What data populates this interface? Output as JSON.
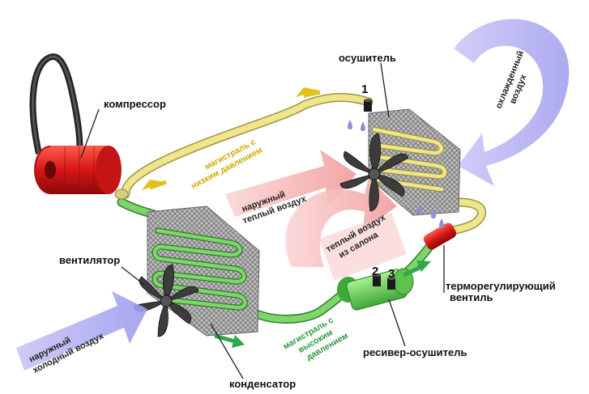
{
  "labels": {
    "compressor": "компрессор",
    "dryer_top": "осушитель",
    "fan": "вентилятор",
    "condenser": "конденсатор",
    "receiver_dryer": "ресивер-осушитель",
    "thermo_valve_line1": "терморегулирующий",
    "thermo_valve_line2": "вентиль"
  },
  "arrows": {
    "cooled_air_line1": "охлажденный",
    "cooled_air_line2": "воздух",
    "outside_warm_line1": "наружный",
    "outside_warm_line2": "теплый воздух",
    "cabin_warm_line1": "теплый воздух",
    "cabin_warm_line2": "из салона",
    "outside_cold_line1": "наружный",
    "outside_cold_line2": "холодный воздух"
  },
  "pipes": {
    "low_line1": "магистраль с",
    "low_line2": "низким давлением",
    "high_line1": "магистраль с",
    "high_line2": "высоким",
    "high_line3": "давлением"
  },
  "markers": {
    "m1": "1",
    "m2": "2",
    "m3": "3"
  },
  "colors": {
    "low_pressure_pipe": "#efe58a",
    "high_pressure_pipe": "#7ed66b",
    "compressor": "#d81d1d",
    "cold_arrow": "#b9b7f3",
    "warm_arrow": "#f4b0b0",
    "flow_arrow_green": "#2fa84a",
    "flow_arrow_yellow": "#e0c21a",
    "label_high_pipe": "#2a9a3a",
    "label_low_pipe": "#d0a800"
  }
}
